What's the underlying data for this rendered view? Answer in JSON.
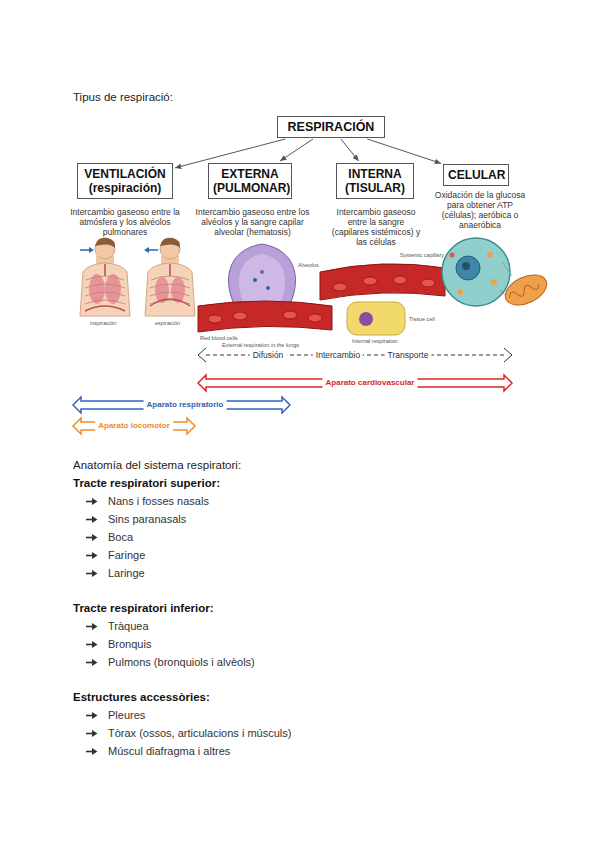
{
  "diagram": {
    "title": "Tipus de respiració:",
    "nodes": [
      {
        "text": [
          "RESPIRACIÓN"
        ]
      },
      {
        "text": [
          "VENTILACIÓN (respiración)"
        ]
      },
      {
        "text": [
          "EXTERNA (PULMONAR)"
        ]
      },
      {
        "text": [
          "INTERNA (TISULAR)"
        ]
      },
      {
        "text": [
          "CELULAR"
        ]
      }
    ],
    "edges": [
      {
        "from": 0,
        "to": 1,
        "arrow": "to"
      },
      {
        "from": 0,
        "to": 2,
        "arrow": "to"
      },
      {
        "from": 0,
        "to": 3,
        "arrow": "to"
      },
      {
        "from": 0,
        "to": 4,
        "arrow": "to"
      }
    ],
    "labels": [
      "Intercambio gaseoso entre la atmósfera y los alvéolos pulmonares",
      "Intercambio gaseoso entre los alvéolos y la sangre capilar alveolar (hematosis)",
      "Intercambio gaseoso entre la sangre (capilares sistémicos) y las células",
      "Oxidación de la glucosa para obtener ATP (células); aeróbica o anaeróbica",
      "inspiración",
      "espiración",
      "Alveolus",
      "Red blood cells",
      "External respiration in the lungs",
      "Systemic capillary",
      "Tissue cell",
      "Internal respiration",
      "Difusión",
      "Intercambio",
      "Transporte",
      "Aparato cardiovascular",
      "Aparato respiratorio",
      "Aparato locomotor",
      "Anatomía del sistema respiratori:",
      "Tracte respiratori superior:",
      "Nans i fosses nasals",
      "Sins paranasals",
      "Boca",
      "Faringe",
      "Laringe",
      "Tracte respiratori inferior:",
      "Tràquea",
      "Bronquis",
      "Pulmons (bronquiols i alvèols)",
      "Estructures accessòries:",
      "Pleures",
      "Tòrax (ossos, articulacions i músculs)",
      "Múscul diafragma i altres"
    ]
  }
}
